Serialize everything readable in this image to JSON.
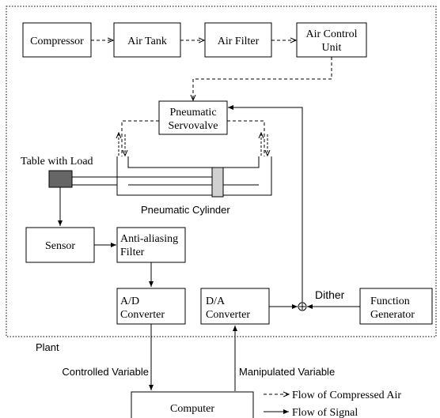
{
  "blocks": {
    "compressor": "Compressor",
    "air_tank": "Air Tank",
    "air_filter": "Air Filter",
    "air_control_unit": [
      "Air Control",
      "Unit"
    ],
    "pneumatic_servovalve": [
      "Pneumatic",
      "Servovalve"
    ],
    "sensor": "Sensor",
    "anti_aliasing_filter": [
      "Anti-aliasing",
      "Filter"
    ],
    "ad_converter": [
      "A/D",
      "Converter"
    ],
    "da_converter": [
      "D/A",
      "Converter"
    ],
    "function_generator": [
      "Function",
      "Generator"
    ],
    "computer": "Computer"
  },
  "labels": {
    "table_with_load": "Table with Load",
    "pneumatic_cylinder": "Pneumatic Cylinder",
    "dither": "Dither",
    "plant": "Plant",
    "controlled_variable": "Controlled Variable",
    "manipulated_variable": "Manipulated Variable"
  },
  "legend": {
    "compressed_air": "Flow of Compressed Air",
    "signal": "Flow of Signal"
  },
  "colors": {
    "load_block": "#666666",
    "piston": "#d0d0d0",
    "line": "#000000"
  }
}
